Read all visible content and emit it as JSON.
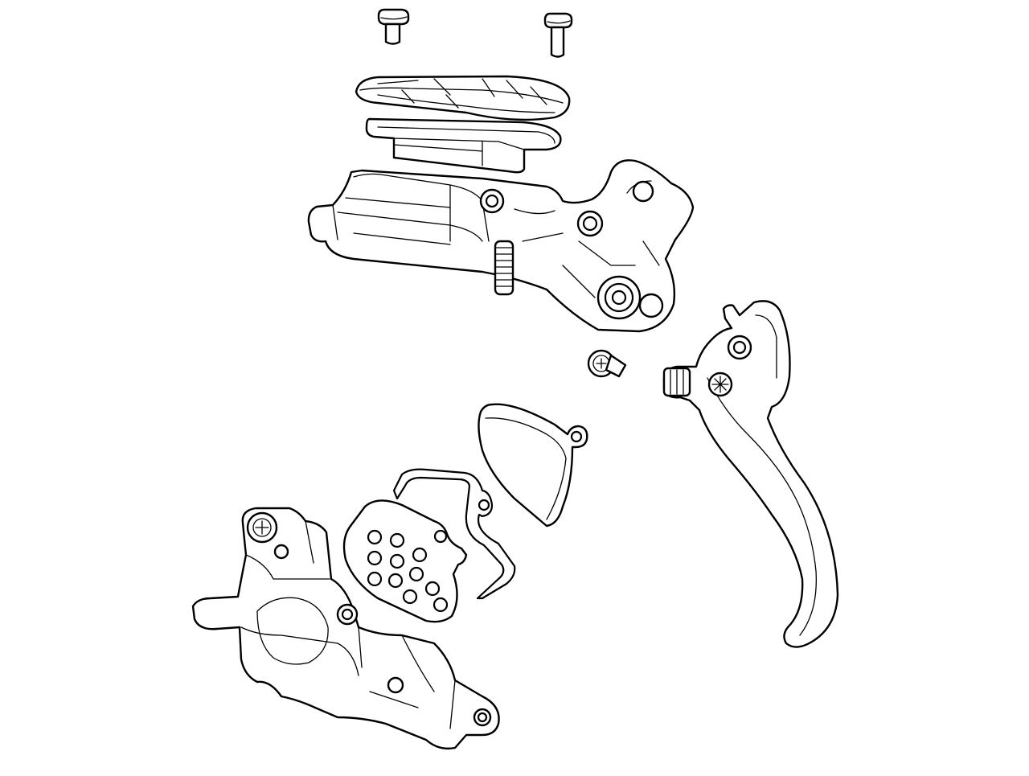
{
  "diagram": {
    "kind": "exploded-view line drawing",
    "background": "#ffffff",
    "line_color": "#000000",
    "parts": [
      {
        "id": "screw-left",
        "icon": "screw-icon"
      },
      {
        "id": "screw-right",
        "icon": "screw-icon"
      },
      {
        "id": "reservoir-cover",
        "icon": "cover-icon"
      },
      {
        "id": "reservoir-bladder",
        "icon": "bladder-icon"
      },
      {
        "id": "master-cylinder-body",
        "icon": "lever-body-icon"
      },
      {
        "id": "pivot-screw",
        "icon": "screw-icon"
      },
      {
        "id": "brake-lever-blade",
        "icon": "lever-blade-icon"
      },
      {
        "id": "brake-pad-front",
        "icon": "brake-pad-icon"
      },
      {
        "id": "pad-spring-clip",
        "icon": "spring-clip-icon"
      },
      {
        "id": "brake-pad-rear",
        "icon": "brake-pad-icon"
      },
      {
        "id": "brake-caliper",
        "icon": "caliper-icon"
      }
    ]
  }
}
